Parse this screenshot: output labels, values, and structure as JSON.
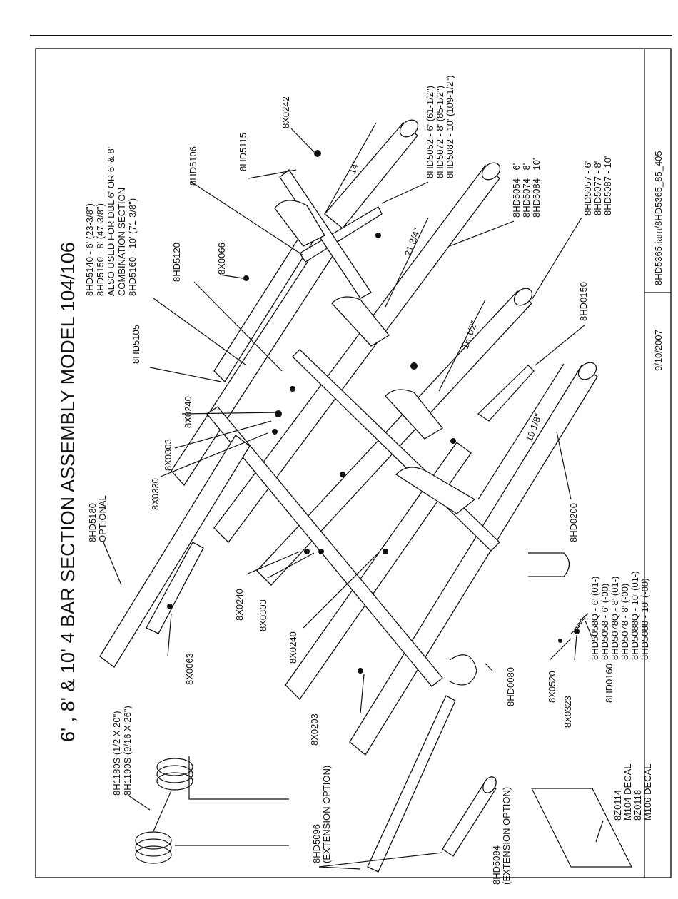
{
  "title": "6' , 8' & 10' 4 BAR SECTION ASSEMBLY MODEL 104/106",
  "footer": {
    "date": "9/10/2007",
    "file": "8HD5365.iam/8HD5365_85_405"
  },
  "labels": {
    "l8HD5140": [
      "8HD5140 - 6' (23-3/8\")",
      "8HD5150 - 8' (47-3/8\")",
      "ALSO USED FOR DBL 6' OR 6' & 8'",
      "COMBINATION SECTION",
      "8HD5160 - 10' (71-3/8\")"
    ],
    "l8HD5106": [
      "8HD5106"
    ],
    "l8HD5115": [
      "8HD5115"
    ],
    "l8X0242": [
      "8X0242"
    ],
    "l8HD5052": [
      "8HD5052 - 6' (61-1/2\")",
      "8HD5072 - 8' (85-1/2\")",
      "8HD5082 - 10' (109-1/2\")"
    ],
    "l8HD5054": [
      "8HD5054 - 6'",
      "8HD5074 - 8'",
      "8HD5084 - 10'"
    ],
    "l8HD5057": [
      "8HD5057 - 6'",
      "8HD5077 - 8'",
      "8HD5087 - 10'"
    ],
    "l8HD0150": [
      "8HD0150"
    ],
    "l8X0066": [
      "8X0066"
    ],
    "l8HD5120": [
      "8HD5120"
    ],
    "l8HD5105": [
      "8HD5105"
    ],
    "l8X0240a": [
      "8X0240"
    ],
    "l8X0303a": [
      "8X0303"
    ],
    "l8X0330": [
      "8X0330"
    ],
    "l8HD5180": [
      "8HD5180",
      "OPTIONAL"
    ],
    "l8HD0200": [
      "8HD0200"
    ],
    "l8HD5058": [
      "8HD5058Q - 6' (01-)",
      "8HD5058 - 6' (-00)",
      "8HD5078Q - 8' (01-)",
      "8HD5078 - 8' (-00)",
      "8HD5088Q - 10' (01-)",
      "8HD5088 - 10' (-00)"
    ],
    "l8X0240b": [
      "8X0240"
    ],
    "l8X0303b": [
      "8X0303"
    ],
    "l8X0240c": [
      "8X0240"
    ],
    "l8X0063": [
      "8X0063"
    ],
    "l8HD0080": [
      "8HD0080"
    ],
    "l8X0520": [
      "8X0520"
    ],
    "l8X0323": [
      "8X0323"
    ],
    "l8HD0160": [
      "8HD0160"
    ],
    "l8X0203": [
      "8X0203"
    ],
    "l8H1180S": [
      "8H1180S (1/2 X 20\")",
      "8H1190S (9/16 X 26\")"
    ],
    "l8HD5096": [
      "8HD5096",
      "(EXTENSION OPTION)"
    ],
    "l8HD5094": [
      "8HD5094",
      "(EXTENSION OPTION)"
    ],
    "lDecal": [
      "8Z0114",
      "M104 DECAL",
      "8Z0118",
      "M106 DECAL"
    ]
  },
  "dimensions": [
    "14\"",
    "21 3/4\"",
    "16 1/2\"",
    "19 1/8\""
  ]
}
